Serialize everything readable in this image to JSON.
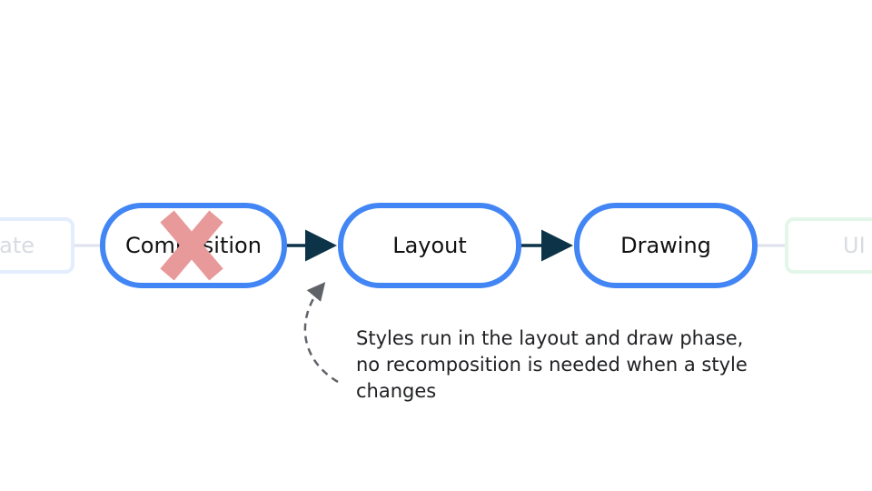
{
  "nodes": {
    "state": "ate",
    "composition": "Composition",
    "layout": "Layout",
    "drawing": "Drawing",
    "ui": "UI"
  },
  "note": {
    "line1": "Styles run in the layout and draw phase,",
    "line2": "no recomposition is needed when a style",
    "line3": "changes"
  },
  "colors": {
    "node_border": "#4285f4",
    "arrow": "#0d3349",
    "cross": "#e8999a",
    "dashed_arrow": "#5f6368"
  }
}
